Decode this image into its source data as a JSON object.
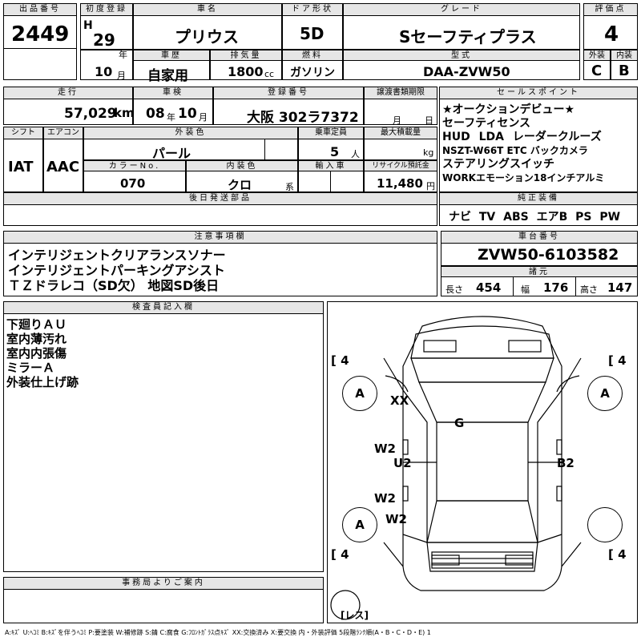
{
  "lot": {
    "label": "出品番号",
    "value": "2449"
  },
  "first_reg": {
    "label": "初度登録",
    "era": "H",
    "year": "29",
    "year_unit": "年",
    "month": "10",
    "month_unit": "月"
  },
  "car_name": {
    "label": "車名",
    "value": "プリウス"
  },
  "door": {
    "label": "ドア形状",
    "value": "5D"
  },
  "grade": {
    "label": "グレード",
    "value": "Sセーフティプラス"
  },
  "score": {
    "label": "評価点",
    "value": "4"
  },
  "history": {
    "label": "車歴",
    "value": "自家用"
  },
  "displacement": {
    "label": "排気量",
    "value": "1800",
    "unit": "cc"
  },
  "fuel": {
    "label": "燃料",
    "value": "ガソリン"
  },
  "model": {
    "label": "型式",
    "value": "DAA-ZVW50"
  },
  "exterior_grade": {
    "label": "外装",
    "value": "C"
  },
  "interior_grade": {
    "label": "内装",
    "value": "B"
  },
  "mileage": {
    "label": "走行",
    "value": "57,029",
    "unit": "km"
  },
  "inspection": {
    "label": "車検",
    "year": "08",
    "year_unit": "年",
    "month": "10",
    "month_unit": "月"
  },
  "registration": {
    "label": "登録番号",
    "value": "大阪 302ラ7372"
  },
  "transfer": {
    "label": "譲渡書類期限",
    "month_unit": "月",
    "day_unit": "日"
  },
  "sales_points": {
    "label": "セールスポイント",
    "lines": [
      "★オークションデビュー★",
      "セーフティセンス",
      "HUD LDA レーダークルーズ",
      "NSZT-W66T ETC バックカメラ",
      "ステアリングスイッチ",
      "WORKエモーション18インチアルミ"
    ]
  },
  "shift": {
    "label": "シフト",
    "value": "IAT"
  },
  "aircon": {
    "label": "エアコン",
    "value": "AAC"
  },
  "exterior_color": {
    "label": "外装色",
    "value": "パール"
  },
  "capacity": {
    "label": "乗車定員",
    "value": "5",
    "unit": "人"
  },
  "max_load": {
    "label": "最大積載量",
    "unit": "kg"
  },
  "color_no": {
    "label": "カラーNo.",
    "value": "070"
  },
  "interior_color": {
    "label": "内装色",
    "value": "クロ",
    "unit": "系"
  },
  "import": {
    "label": "輸入車"
  },
  "recycle": {
    "label": "リサイクル預託金",
    "value": "11,480",
    "unit": "円"
  },
  "later_parts": {
    "label": "後日発送部品"
  },
  "equipment": {
    "label": "純正装備",
    "value": "ナビ TV ABS エアB PS PW"
  },
  "notes": {
    "label": "注意事項欄",
    "lines": [
      "インテリジェントクリアランスソナー",
      "インテリジェントパーキングアシスト",
      "ＴＺドラレコ（SD欠） 地図SD後日"
    ]
  },
  "chassis": {
    "label": "車台番号",
    "value": "ZVW50-6103582"
  },
  "specs": {
    "label": "諸元",
    "length_label": "長さ",
    "length": "454",
    "width_label": "幅",
    "width": "176",
    "height_label": "高さ",
    "height": "147"
  },
  "inspector": {
    "label": "検査員記入欄",
    "lines": [
      "下廻りＡＵ",
      "室内薄汚れ",
      "室内内張傷",
      "ミラーＡ",
      "外装仕上げ跡"
    ]
  },
  "diagram": {
    "tread_fl": "4",
    "tread_fr": "4",
    "tread_rl": "4",
    "tread_rr": "4",
    "wheel_fl": "A",
    "wheel_fr": "A",
    "wheel_rl": "A",
    "marks": {
      "xx": "XX",
      "g": "G",
      "w2a": "W2",
      "u2": "U2",
      "b2": "B2",
      "w2b": "W2",
      "w2c": "W2"
    },
    "spare": "レス"
  },
  "office": {
    "label": "事務局よりご案内"
  },
  "legend": "A:ｷｽﾞ U:ﾍｺﾐ B:ｷｽﾞを伴うﾍｺﾐ P:要塗装 W:補修跡 S:錆 C:腐食 G:ﾌﾛﾝﾄｶﾞﾗｽ点ｷｽﾞ XX:交換済み X:要交換 内・外装評価 5段階ﾗﾝｸ順(A・B・C・D・E) 1"
}
